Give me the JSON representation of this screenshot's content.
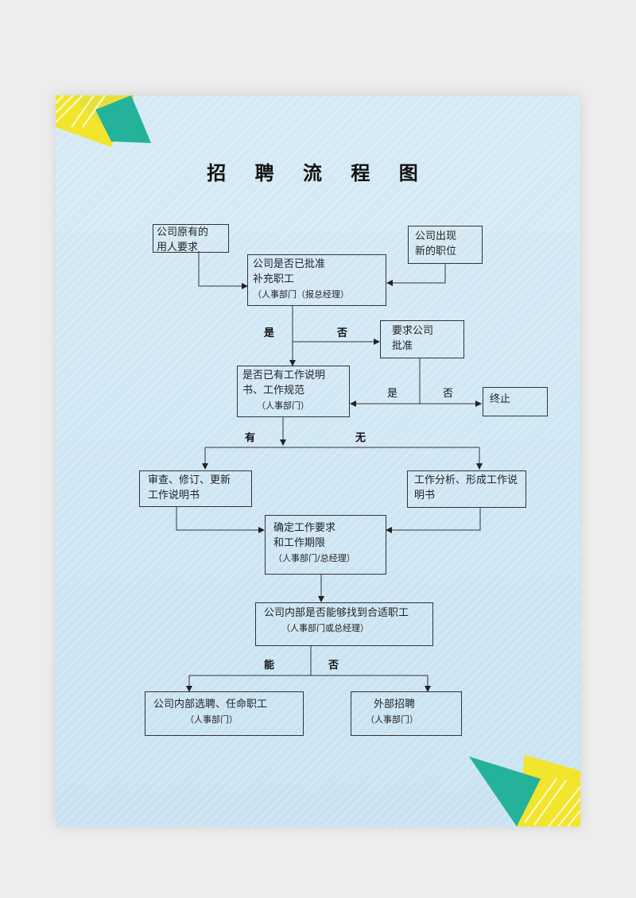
{
  "title": "招 聘 流 程 图",
  "nodes": {
    "existing_need": [
      "公司原有的",
      "用人要求"
    ],
    "new_position": [
      "公司出现",
      "新的职位"
    ],
    "approved": [
      "公司是否已批准",
      "补充职工",
      "（人事部门（报总经理）"
    ],
    "request_approval": [
      "要求公司",
      "批准"
    ],
    "has_jd": [
      "是否已有工作说明",
      "书、工作规范",
      "（人事部门）"
    ],
    "terminate": [
      "终止"
    ],
    "review_jd": [
      "审查、修订、更新",
      "工作说明书"
    ],
    "job_analysis": [
      "工作分析、形成工作说",
      "明书"
    ],
    "confirm": [
      "确定工作要求",
      "和工作期限",
      "（人事部门/总经理）"
    ],
    "internal_check": [
      "公司内部是否能够找到合适职工",
      "（人事部门或总经理）"
    ],
    "internal_hire": [
      "公司内部选聘、任命职工",
      "（人事部门）"
    ],
    "external_hire": [
      "外部招聘",
      "（人事部门）"
    ]
  },
  "labels": {
    "yes1": "是",
    "no1": "否",
    "yes2": "是",
    "no2": "否",
    "has": "有",
    "none": "无",
    "can": "能",
    "cannot": "否"
  }
}
